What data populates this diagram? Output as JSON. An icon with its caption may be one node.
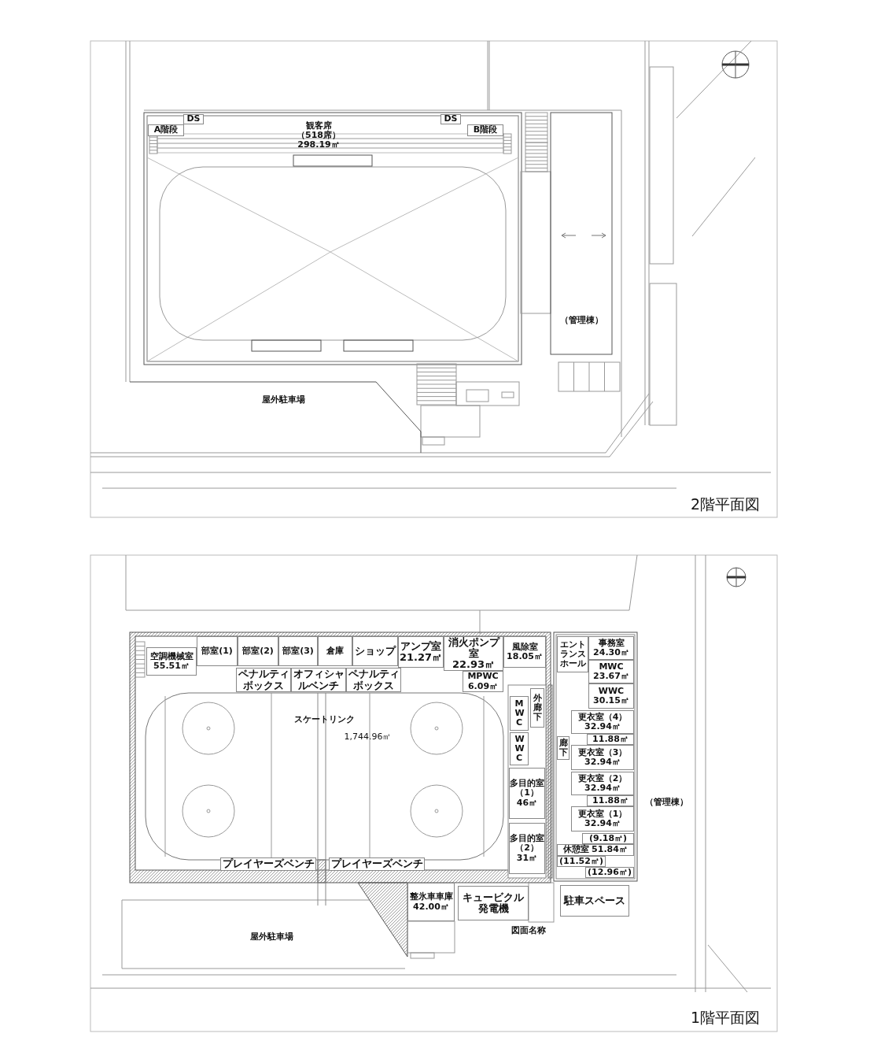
{
  "diagram": {
    "nodes": [
      {
        "text": [
          "観客席",
          "（518席）",
          "298.19㎡"
        ]
      },
      {
        "text": [
          "A階段"
        ]
      },
      {
        "text": [
          "DS"
        ]
      },
      {
        "text": [
          "DS"
        ]
      },
      {
        "text": [
          "B階段"
        ]
      },
      {
        "text": [
          "（管理棟）"
        ]
      },
      {
        "text": [
          "空調機械室",
          "55.51㎡"
        ]
      },
      {
        "text": [
          "部室(1)"
        ]
      },
      {
        "text": [
          "部室(2)"
        ]
      },
      {
        "text": [
          "部室(3)"
        ]
      },
      {
        "text": [
          "倉庫"
        ]
      },
      {
        "text": [
          "ショップ"
        ]
      },
      {
        "text": [
          "アンプ室",
          "21.27㎡"
        ]
      },
      {
        "text": [
          "消火ポンプ室",
          "22.93㎡"
        ]
      },
      {
        "text": [
          "MPWC",
          "6.09㎡"
        ]
      },
      {
        "text": [
          "風除室",
          "18.05㎡"
        ]
      },
      {
        "text": [
          "エントランスホール"
        ]
      },
      {
        "text": [
          "事務室",
          "24.30㎡"
        ]
      },
      {
        "text": [
          "MWC",
          "23.67㎡"
        ]
      },
      {
        "text": [
          "WWC",
          "30.15㎡"
        ]
      },
      {
        "text": [
          "ペナルティボックス"
        ]
      },
      {
        "text": [
          "オフィシャルベンチ"
        ]
      },
      {
        "text": [
          "ペナルティボックス"
        ]
      },
      {
        "text": [
          "スケートリンク",
          "1,744.96㎡"
        ]
      },
      {
        "text": [
          "MWC"
        ]
      },
      {
        "text": [
          "外廊下"
        ]
      },
      {
        "text": [
          "WWC"
        ]
      },
      {
        "text": [
          "廊下"
        ]
      },
      {
        "text": [
          "更衣室（4）",
          "32.94㎡"
        ]
      },
      {
        "text": [
          "11.88㎡"
        ]
      },
      {
        "text": [
          "更衣室（3）",
          "32.94㎡"
        ]
      },
      {
        "text": [
          "多目的室（1）",
          "46㎡"
        ]
      },
      {
        "text": [
          "更衣室（2）",
          "32.94㎡"
        ]
      },
      {
        "text": [
          "11.88㎡"
        ]
      },
      {
        "text": [
          "更衣室（1）",
          "32.94㎡"
        ]
      },
      {
        "text": [
          "多目的室（2）",
          "31㎡"
        ]
      },
      {
        "text": [
          "(9.18㎡)"
        ]
      },
      {
        "text": [
          "休憩室",
          "51.84㎡"
        ]
      },
      {
        "text": [
          "(11.52㎡)"
        ]
      },
      {
        "text": [
          "(12.96㎡)"
        ]
      },
      {
        "text": [
          "プレイヤーズベンチ"
        ]
      },
      {
        "text": [
          "プレイヤーズベンチ"
        ]
      },
      {
        "text": [
          "整氷車車庫",
          "42.00㎡"
        ]
      },
      {
        "text": [
          "キュービクル",
          "発電機"
        ]
      },
      {
        "text": [
          "駐車スペース"
        ]
      },
      {
        "text": [
          "（管理棟）"
        ]
      }
    ],
    "labels": [
      "屋外駐車場",
      "2階平面図",
      "屋外駐車場",
      "図面名称",
      "1階平面図"
    ]
  }
}
